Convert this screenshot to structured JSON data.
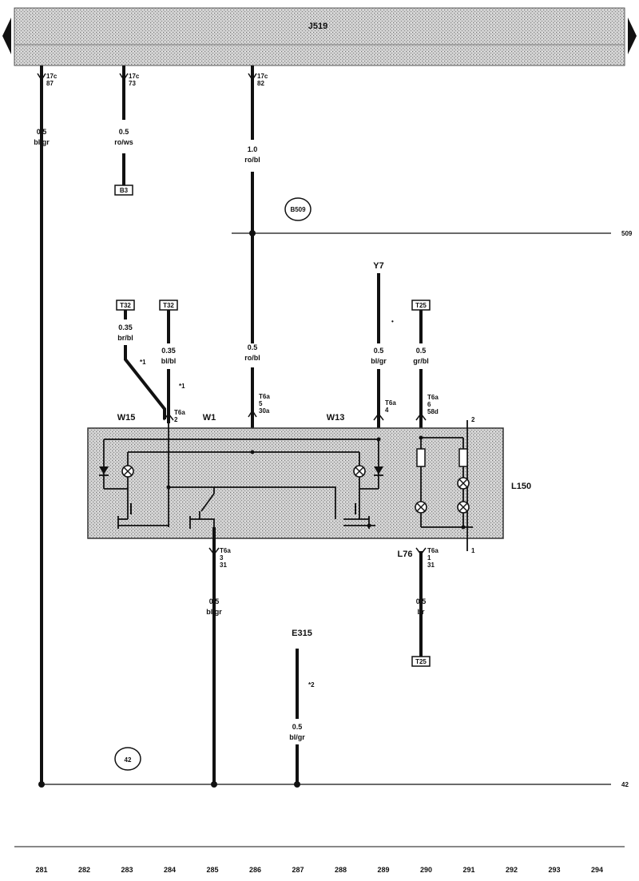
{
  "header": {
    "unit_label": "J519"
  },
  "wires": [
    {
      "pin": "17c\n87",
      "size": "0.5",
      "color": "bl/gr"
    },
    {
      "pin": "17c\n73",
      "size": "0.5",
      "color": "ro/ws"
    },
    {
      "pin": "17c\n82",
      "size": "1.0",
      "color": "ro/bl"
    },
    {
      "pin": "",
      "size": "0.35",
      "color": "br/bl"
    },
    {
      "pin": "",
      "size": "0.35",
      "color": "bl/bl"
    },
    {
      "pin": "",
      "size": "0.5",
      "color": "ro/bl"
    },
    {
      "pin": "",
      "size": "0.5",
      "color": "bl/gr"
    },
    {
      "pin": "",
      "size": "0.5",
      "color": "gr/bl"
    },
    {
      "pin": "",
      "size": "0.5",
      "color": "bl/gr"
    },
    {
      "pin": "",
      "size": "0.5",
      "color": "br"
    },
    {
      "pin": "",
      "size": "0.5",
      "color": "bl/gr"
    }
  ],
  "connectors": {
    "c_wire2": "B3",
    "c_left1": "T32",
    "c_left2": "T32",
    "c_right": "T25",
    "c_bottom": "T25"
  },
  "pins": {
    "p1": "T6a\n2",
    "p2": "T6a\n5\n30a",
    "p3": "T6a\n4",
    "p4": "T6a\n6\n58d",
    "p5": "T6a\n3\n31",
    "p6": "T6a\n1\n31"
  },
  "components": {
    "main_box": "L150",
    "w15": "W15",
    "w1": "W1",
    "w13": "W13",
    "y7": "Y7",
    "e315": "E315",
    "l75": "L76"
  },
  "markers": {
    "star1": "*1",
    "star2": "*1",
    "star3": "*2",
    "dot": "•",
    "box_num2": "2",
    "box_num1": "1"
  },
  "circles": {
    "b509": "B509",
    "c42": "42"
  },
  "edge_labels": {
    "right_top": "509",
    "right_bottom": "42"
  },
  "ruler": [
    "281",
    "282",
    "283",
    "284",
    "285",
    "286",
    "287",
    "288",
    "289",
    "290",
    "291",
    "292",
    "293",
    "294"
  ]
}
